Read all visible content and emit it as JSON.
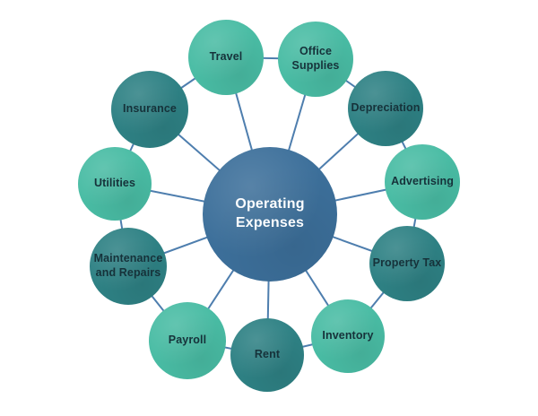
{
  "figure": {
    "type": "hub-and-spoke-diagram",
    "hub": {
      "label": "Operating Expenses"
    },
    "spokes": [
      {
        "label": "Travel",
        "tone": "light"
      },
      {
        "label": "Office Supplies",
        "tone": "light"
      },
      {
        "label": "Depreciation",
        "tone": "dark"
      },
      {
        "label": "Advertising",
        "tone": "light"
      },
      {
        "label": "Property Tax",
        "tone": "dark"
      },
      {
        "label": "Inventory",
        "tone": "light"
      },
      {
        "label": "Rent",
        "tone": "dark"
      },
      {
        "label": "Payroll",
        "tone": "light"
      },
      {
        "label": "Maintenance and Repairs",
        "tone": "dark"
      },
      {
        "label": "Utilities",
        "tone": "light"
      },
      {
        "label": "Insurance",
        "tone": "dark"
      }
    ],
    "colors": {
      "light_circle": "#49BCA4",
      "dark_circle": "#2E8184",
      "hub_circle": "#3C6F9A",
      "connector_line": "#4E7EAE",
      "node_text": "#16323A",
      "hub_text": "#FCFDFE",
      "background": "#FFFFFF"
    }
  }
}
